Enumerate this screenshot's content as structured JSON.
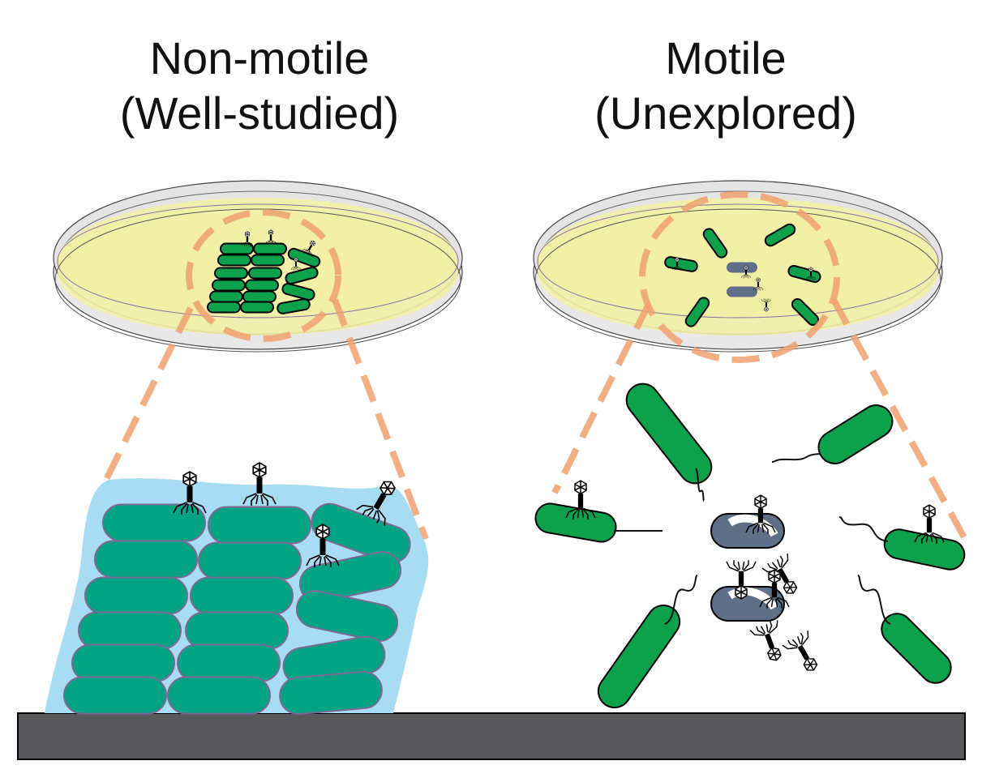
{
  "left_panel": {
    "title_line1": "Non-motile",
    "title_line2": "(Well-studied)"
  },
  "right_panel": {
    "title_line1": "Motile",
    "title_line2": "(Unexplored)"
  },
  "colors": {
    "biofilm_cell": "#00a383",
    "biofilm_matrix": "#a8dcf2",
    "motile_cell": "#0da14b",
    "infected_cell": "#5f6f88",
    "agar": "#f2f0a6",
    "zoom_outline": "#f0a070",
    "surface": "#58585a"
  },
  "icons": [
    "petri-dish",
    "bacterium",
    "bacteriophage",
    "flagellum",
    "surface"
  ]
}
